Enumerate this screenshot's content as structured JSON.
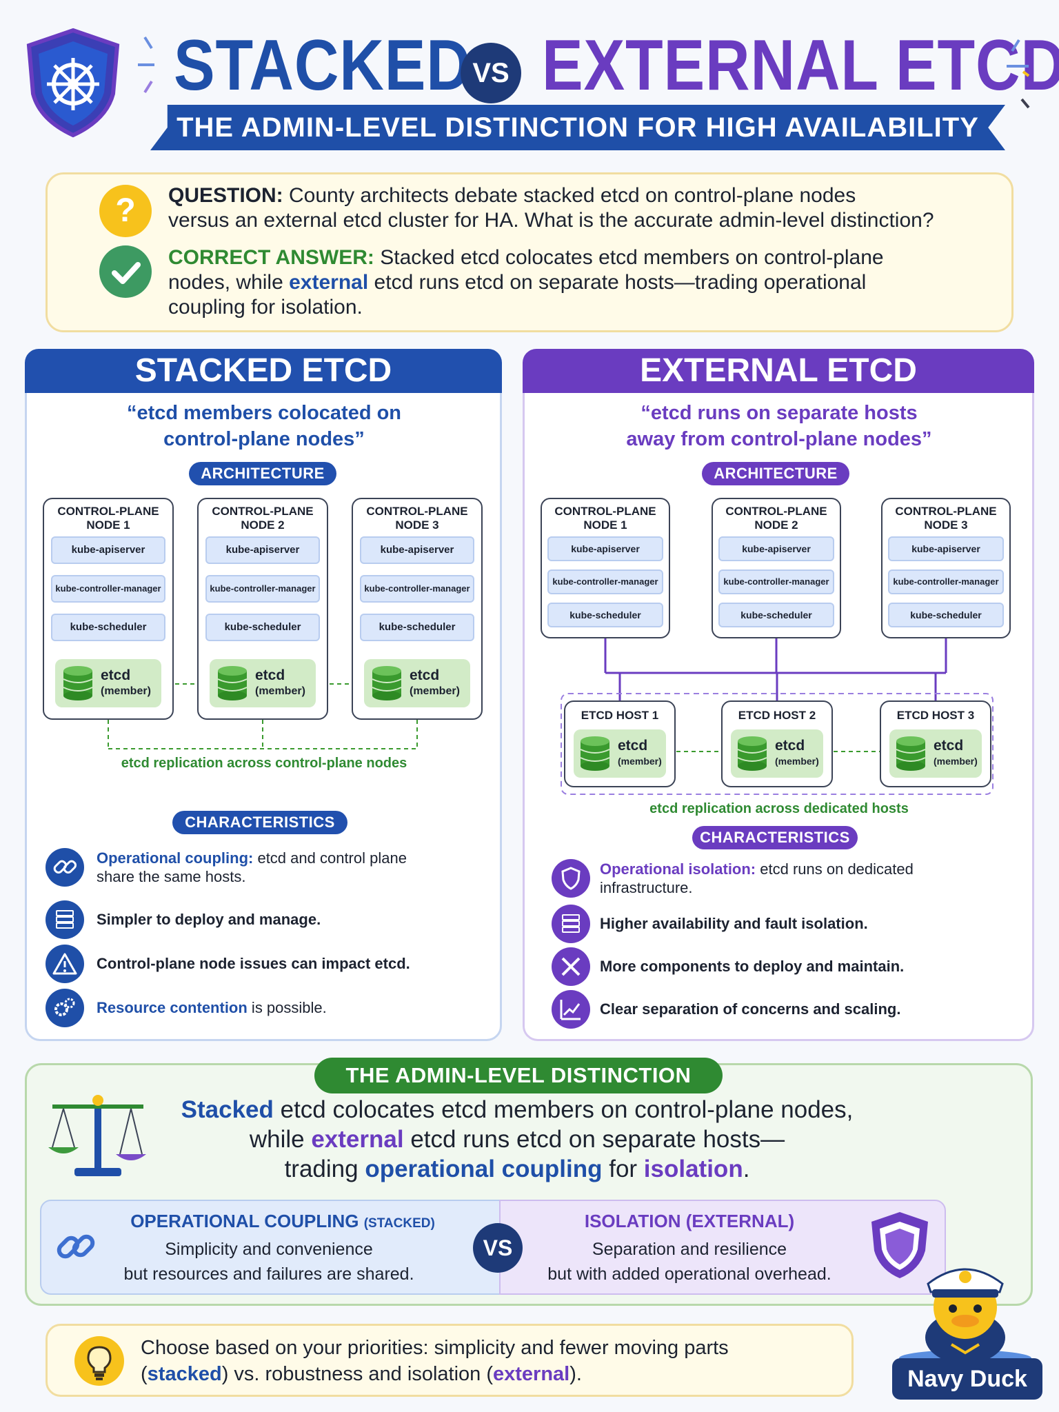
{
  "header": {
    "title_left": "STACKED",
    "vs": "VS",
    "title_right": "EXTERNAL ETCD",
    "subtitle": "THE ADMIN-LEVEL DISTINCTION FOR HIGH AVAILABILITY"
  },
  "qa": {
    "question_label": "QUESTION:",
    "question_line1": "County architects debate stacked etcd on control-plane nodes",
    "question_line2": "versus an external etcd cluster for HA. What is the accurate admin-level distinction?",
    "answer_label": "CORRECT ANSWER:",
    "answer_line1": "Stacked etcd colocates etcd members on control-plane",
    "answer_line2_pre": "nodes, while",
    "answer_line2_hl": "external",
    "answer_line2_post": "etcd runs etcd on separate hosts—trading operational",
    "answer_line3": "coupling for isolation."
  },
  "stacked": {
    "title": "STACKED ETCD",
    "quote_line1": "“etcd members colocated on",
    "quote_line2": "control-plane nodes”",
    "architecture_label": "ARCHITECTURE",
    "nodes": [
      {
        "title1": "CONTROL-PLANE",
        "title2": "NODE 1"
      },
      {
        "title1": "CONTROL-PLANE",
        "title2": "NODE 2"
      },
      {
        "title1": "CONTROL-PLANE",
        "title2": "NODE 3"
      }
    ],
    "components": [
      "kube-apiserver",
      "kube-controller-manager",
      "kube-scheduler"
    ],
    "etcd_name": "etcd",
    "etcd_member": "(member)",
    "replication": "etcd replication across control-plane nodes",
    "characteristics_label": "CHARACTERISTICS",
    "chars": [
      {
        "icon": "link-icon",
        "hl": "Operational coupling:",
        "text1": " etcd and control plane",
        "text2": "share the same hosts."
      },
      {
        "icon": "server-icon",
        "hl": "",
        "text1": "Simpler to deploy and manage.",
        "text2": ""
      },
      {
        "icon": "warning-icon",
        "hl": "",
        "text1": "Control-plane node issues can impact etcd.",
        "text2": ""
      },
      {
        "icon": "gears-icon",
        "hl": "Resource contention",
        "text1": " is possible.",
        "text2": ""
      }
    ]
  },
  "external": {
    "title": "EXTERNAL ETCD",
    "quote_line1": "“etcd runs on separate hosts",
    "quote_line2": "away from control-plane nodes”",
    "architecture_label": "ARCHITECTURE",
    "nodes": [
      {
        "title1": "CONTROL-PLANE",
        "title2": "NODE 1"
      },
      {
        "title1": "CONTROL-PLANE",
        "title2": "NODE 2"
      },
      {
        "title1": "CONTROL-PLANE",
        "title2": "NODE 3"
      }
    ],
    "components": [
      "kube-apiserver",
      "kube-controller-manager",
      "kube-scheduler"
    ],
    "hosts": [
      "ETCD HOST 1",
      "ETCD HOST 2",
      "ETCD HOST 3"
    ],
    "etcd_name": "etcd",
    "etcd_member": "(member)",
    "replication": "etcd replication across dedicated hosts",
    "characteristics_label": "CHARACTERISTICS",
    "chars": [
      {
        "icon": "shield-icon",
        "hl": "Operational isolation:",
        "text1": " etcd runs on dedicated",
        "text2": "infrastructure."
      },
      {
        "icon": "server-icon",
        "hl": "",
        "text1": "Higher availability and fault isolation.",
        "text2": ""
      },
      {
        "icon": "tools-icon",
        "hl": "",
        "text1": "More components to deploy and maintain.",
        "text2": ""
      },
      {
        "icon": "chart-icon",
        "hl": "",
        "text1": "Clear separation of concerns and scaling.",
        "text2": ""
      }
    ]
  },
  "distinction": {
    "label": "THE ADMIN-LEVEL DISTINCTION",
    "l1_hl": "Stacked",
    "l1_rest": " etcd colocates etcd members on control-plane nodes,",
    "l2_pre": "while ",
    "l2_hl": "external",
    "l2_rest": " etcd runs etcd on separate hosts—",
    "l3_pre": "trading ",
    "l3_hl1": "operational coupling",
    "l3_mid": " for ",
    "l3_hl2": "isolation",
    "l3_end": ".",
    "left_title": "OPERATIONAL COUPLING",
    "left_tag": "(STACKED)",
    "left_line1": "Simplicity and convenience",
    "left_line2": "but resources and failures are shared.",
    "vs": "VS",
    "right_title": "ISOLATION (EXTERNAL)",
    "right_line1": "Separation and resilience",
    "right_line2": "but with added operational overhead."
  },
  "tip": {
    "line1": "Choose based on your priorities: simplicity and fewer moving parts",
    "l2_open": "(",
    "l2_hl1": "stacked",
    "l2_mid": ") vs. robustness and isolation (",
    "l2_hl2": "external",
    "l2_close": ")."
  },
  "brand": "Navy Duck",
  "colors": {
    "blue": "#1f4fa8",
    "purple": "#6a3cc0",
    "green": "#2f8a32",
    "navy": "#1e3a78",
    "yellow": "#f7c21c"
  }
}
